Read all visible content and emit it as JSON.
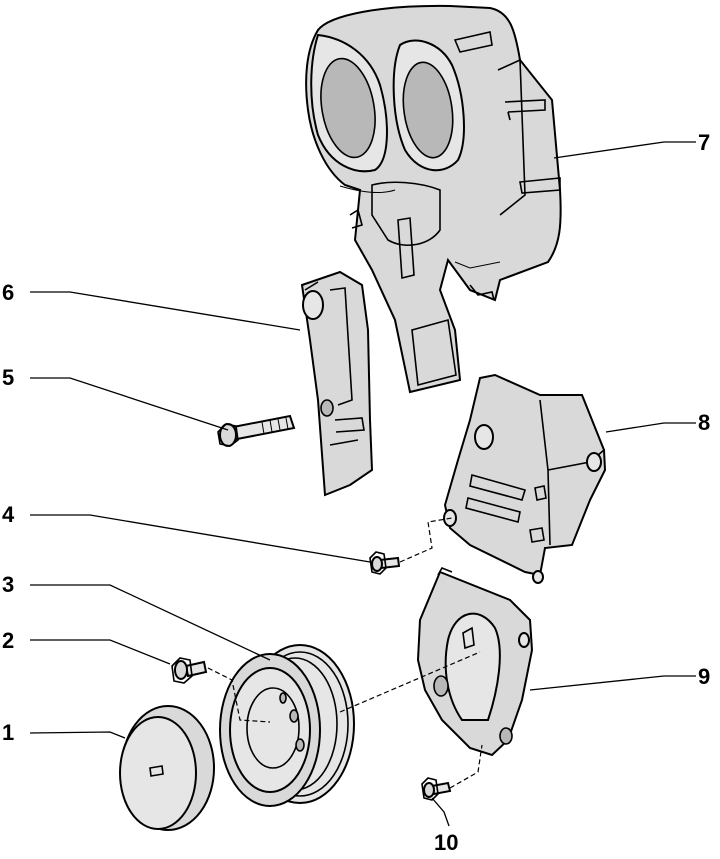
{
  "diagram": {
    "title": "",
    "callouts": [
      {
        "id": "1",
        "label": "1"
      },
      {
        "id": "2",
        "label": "2"
      },
      {
        "id": "3",
        "label": "3"
      },
      {
        "id": "4",
        "label": "4"
      },
      {
        "id": "5",
        "label": "5"
      },
      {
        "id": "6",
        "label": "6"
      },
      {
        "id": "7",
        "label": "7"
      },
      {
        "id": "8",
        "label": "8"
      },
      {
        "id": "9",
        "label": "9"
      },
      {
        "id": "10",
        "label": "10"
      }
    ]
  }
}
